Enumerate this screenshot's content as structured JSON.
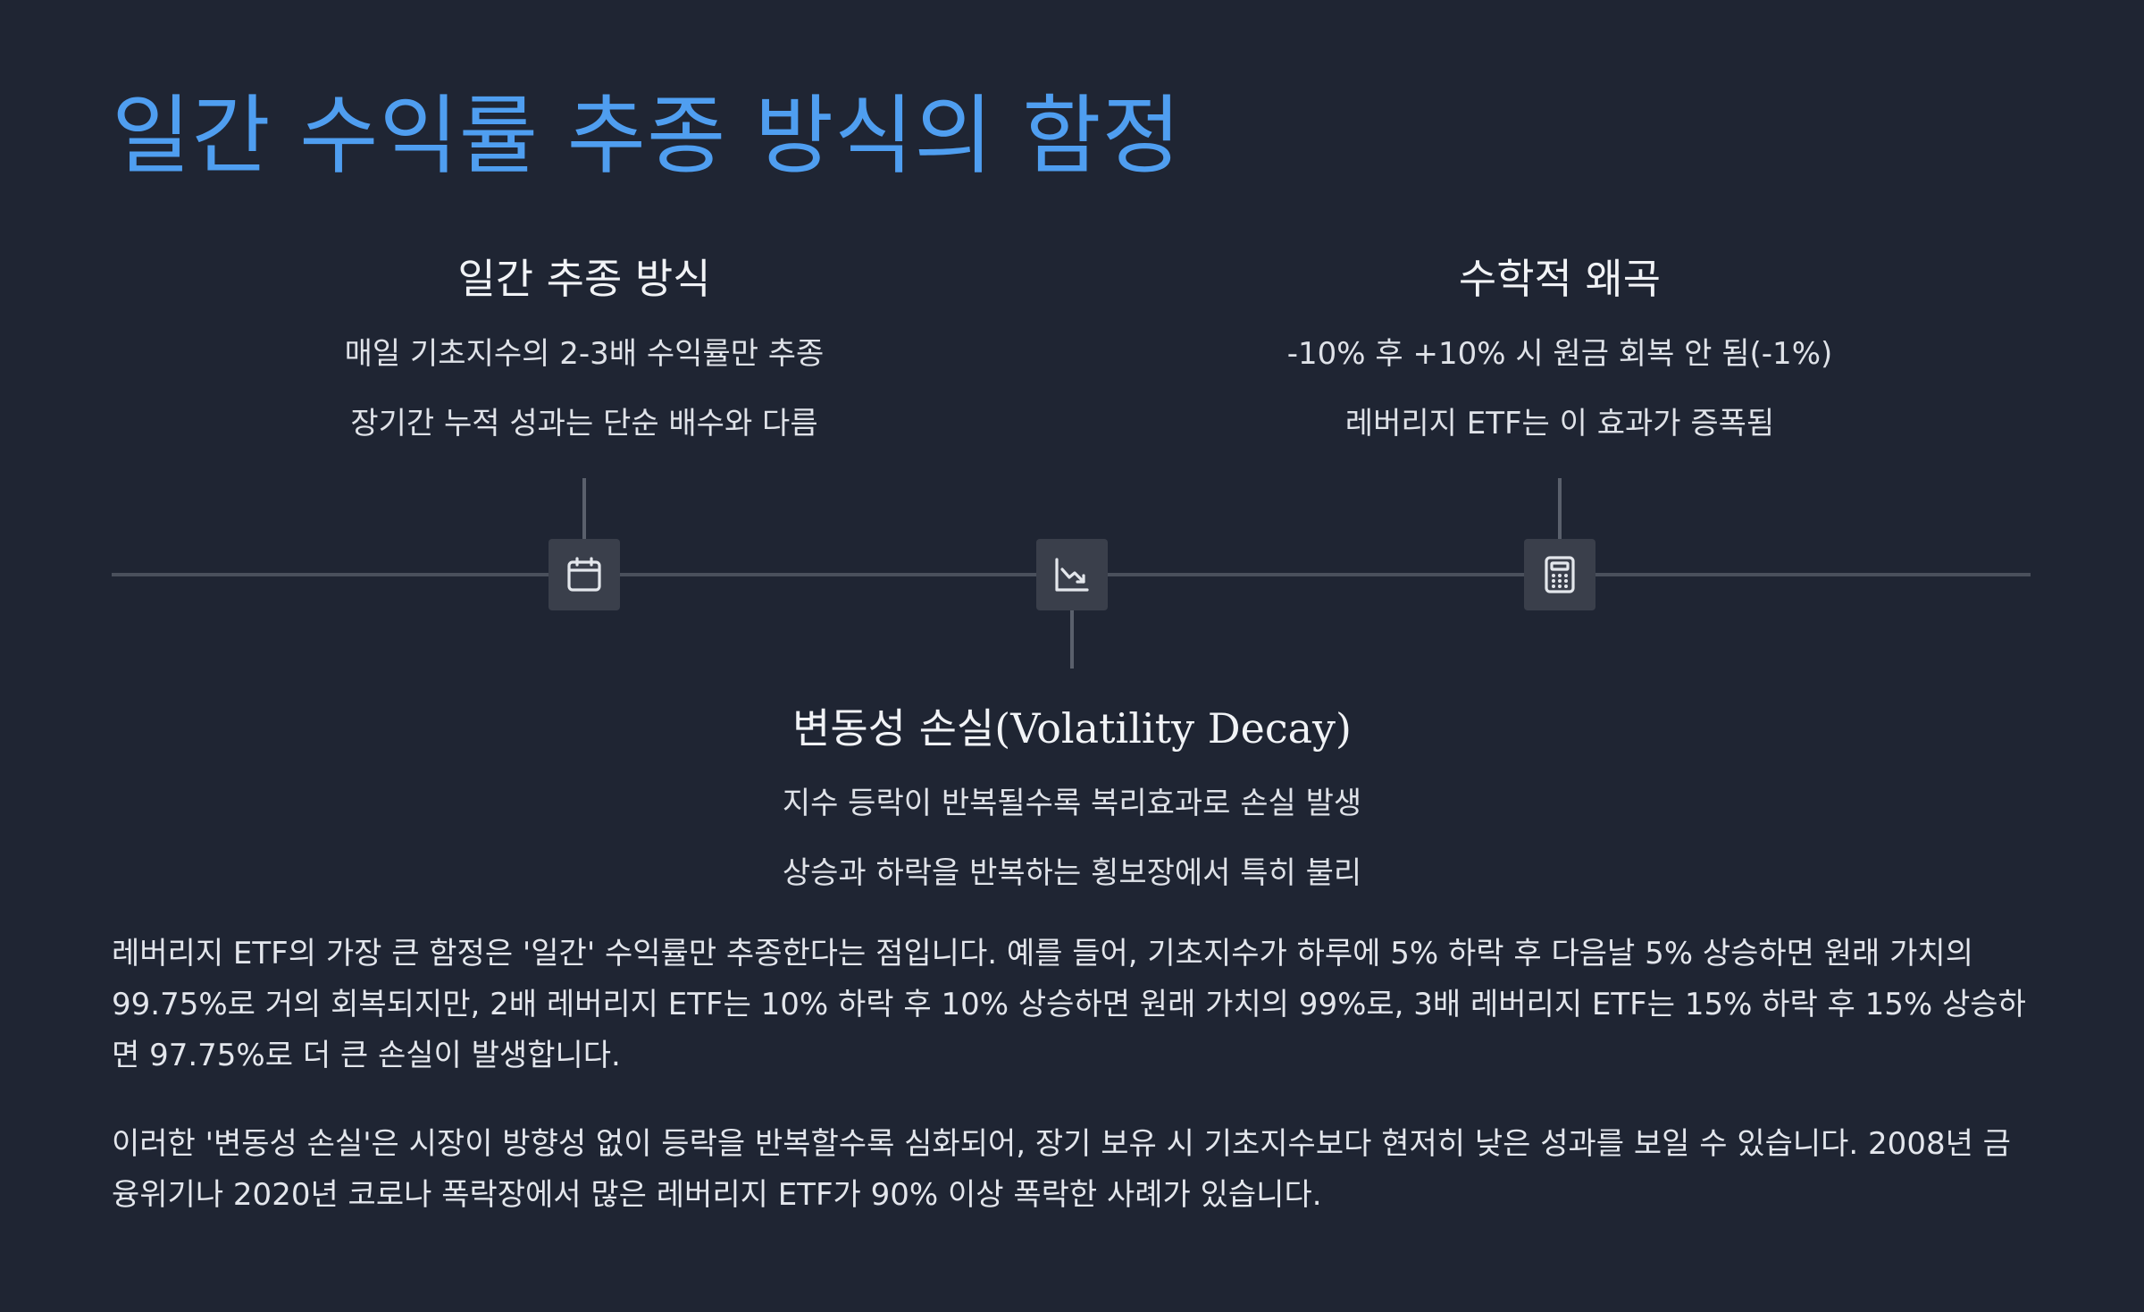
{
  "title": "일간 수익률 추종 방식의 함정",
  "items": [
    {
      "title": "일간 추종 방식",
      "lines": [
        "매일 기초지수의 2-3배 수익률만 추종",
        "장기간 누적 성과는 단순 배수와 다름"
      ],
      "icon": "calendar-icon"
    },
    {
      "title": "변동성 손실(Volatility Decay)",
      "lines": [
        "지수 등락이 반복될수록 복리효과로 손실 발생",
        "상승과 하락을 반복하는 횡보장에서 특히 불리"
      ],
      "icon": "chart-down-icon"
    },
    {
      "title": "수학적 왜곡",
      "lines": [
        "-10% 후 +10% 시 원금 회복 안 됨(-1%)",
        "레버리지 ETF는 이 효과가 증폭됨"
      ],
      "icon": "calculator-icon"
    }
  ],
  "paragraphs": [
    "레버리지 ETF의 가장 큰 함정은 '일간' 수익률만 추종한다는 점입니다. 예를 들어, 기초지수가 하루에 5% 하락 후 다음날 5% 상승하면 원래 가치의 99.75%로 거의 회복되지만, 2배 레버리지 ETF는 10% 하락 후 10% 상승하면 원래 가치의 99%로, 3배 레버리지 ETF는 15% 하락 후 15% 상승하면 97.75%로 더 큰 손실이 발생합니다.",
    "이러한 '변동성 손실'은 시장이 방향성 없이 등락을 반복할수록 심화되어, 장기 보유 시 기초지수보다 현저히 낮은 성과를 보일 수 있습니다. 2008년 금융위기나 2020년 코로나 폭락장에서 많은 레버리지 ETF가 90% 이상 폭락한 사례가 있습니다."
  ],
  "colors": {
    "background": "#1f2533",
    "title": "#4f9ef0",
    "node": "#3a3f4b",
    "line": "#4a505c"
  }
}
